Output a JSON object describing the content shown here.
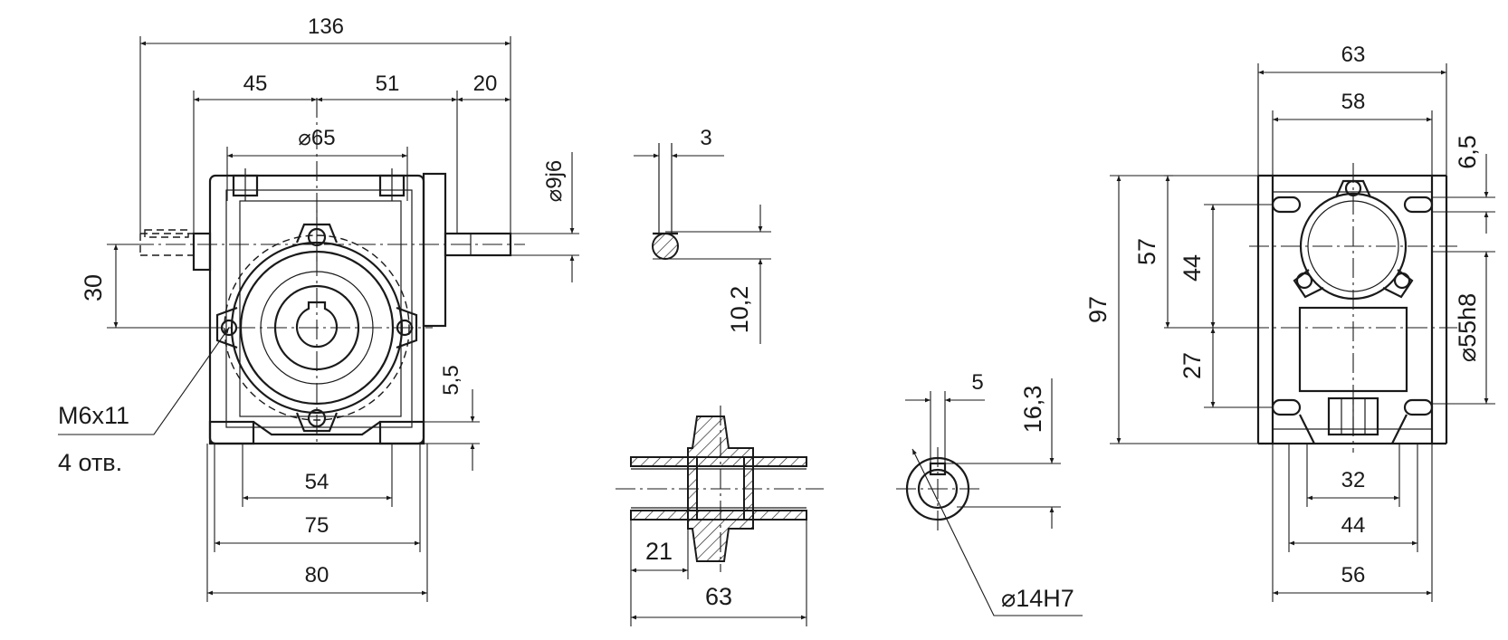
{
  "front_view": {
    "overall_width": "136",
    "left_offset": "45",
    "center_offset": "51",
    "shaft_length": "20",
    "flange_diameter": "⌀65",
    "shaft_diameter": "⌀9j6",
    "axis_height": "30",
    "foot_height": "5,5",
    "hole_spacing": "54",
    "foot_spacing": "75",
    "base_width": "80",
    "hole_note_line1": "M6x11",
    "hole_note_line2": "4 отв."
  },
  "key_detail": {
    "key_width": "3",
    "key_height": "10,2"
  },
  "shaft_section": {
    "hub_offset": "21",
    "hub_length": "63"
  },
  "bore_detail": {
    "key_width": "5",
    "key_depth": "16,3",
    "bore_diameter": "⌀14H7"
  },
  "side_view": {
    "overall_width": "63",
    "body_width": "58",
    "bolt_offset": "6,5",
    "total_height": "97",
    "upper_height": "57",
    "flange_height": "44",
    "lower_height": "27",
    "pilot_diameter": "⌀55h8",
    "hole_spacing": "32",
    "foot_spacing": "44",
    "base_width": "56"
  }
}
